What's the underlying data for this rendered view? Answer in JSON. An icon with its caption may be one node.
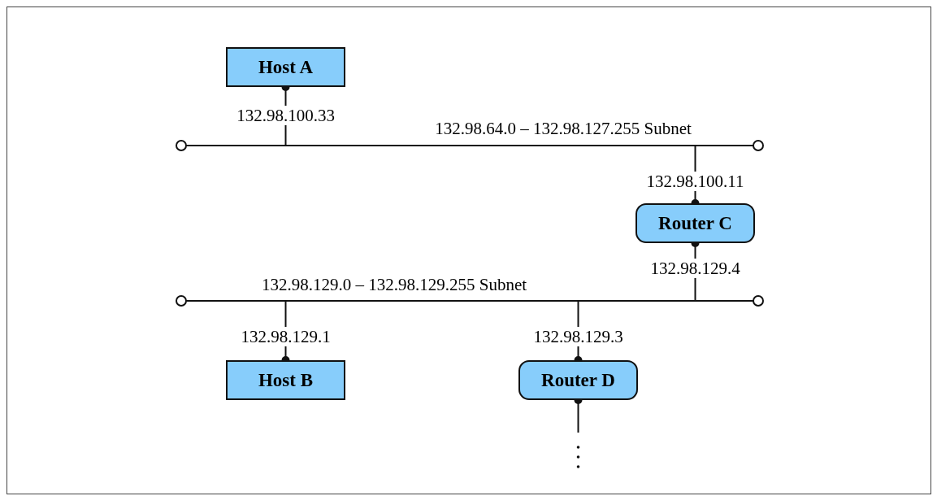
{
  "diagram": {
    "nodes": [
      {
        "text": [
          "Host A"
        ]
      },
      {
        "text": [],
        "shape": "bar",
        "beside": [
          "132.98.64.0 – 132.98.127.255 Subnet"
        ]
      },
      {
        "text": [
          "Router C"
        ]
      },
      {
        "text": [],
        "shape": "bar",
        "beside": [
          "132.98.129.0 – 132.98.129.255 Subnet"
        ]
      },
      {
        "text": [
          "Host B"
        ]
      },
      {
        "text": [
          "Router D"
        ]
      }
    ],
    "edges": [
      {
        "from": 0,
        "to": 1,
        "arrow": "other",
        "label": "132.98.100.33"
      },
      {
        "from": 2,
        "to": 1,
        "arrow": "other",
        "label": "132.98.100.11"
      },
      {
        "from": 2,
        "to": 3,
        "arrow": "other",
        "label": "132.98.129.4"
      },
      {
        "from": 4,
        "to": 3,
        "arrow": "other",
        "label": "132.98.129.1"
      },
      {
        "from": 5,
        "to": 3,
        "arrow": "other",
        "label": "132.98.129.3"
      },
      {
        "from": 5,
        "to": null,
        "arrow": "other"
      }
    ]
  }
}
